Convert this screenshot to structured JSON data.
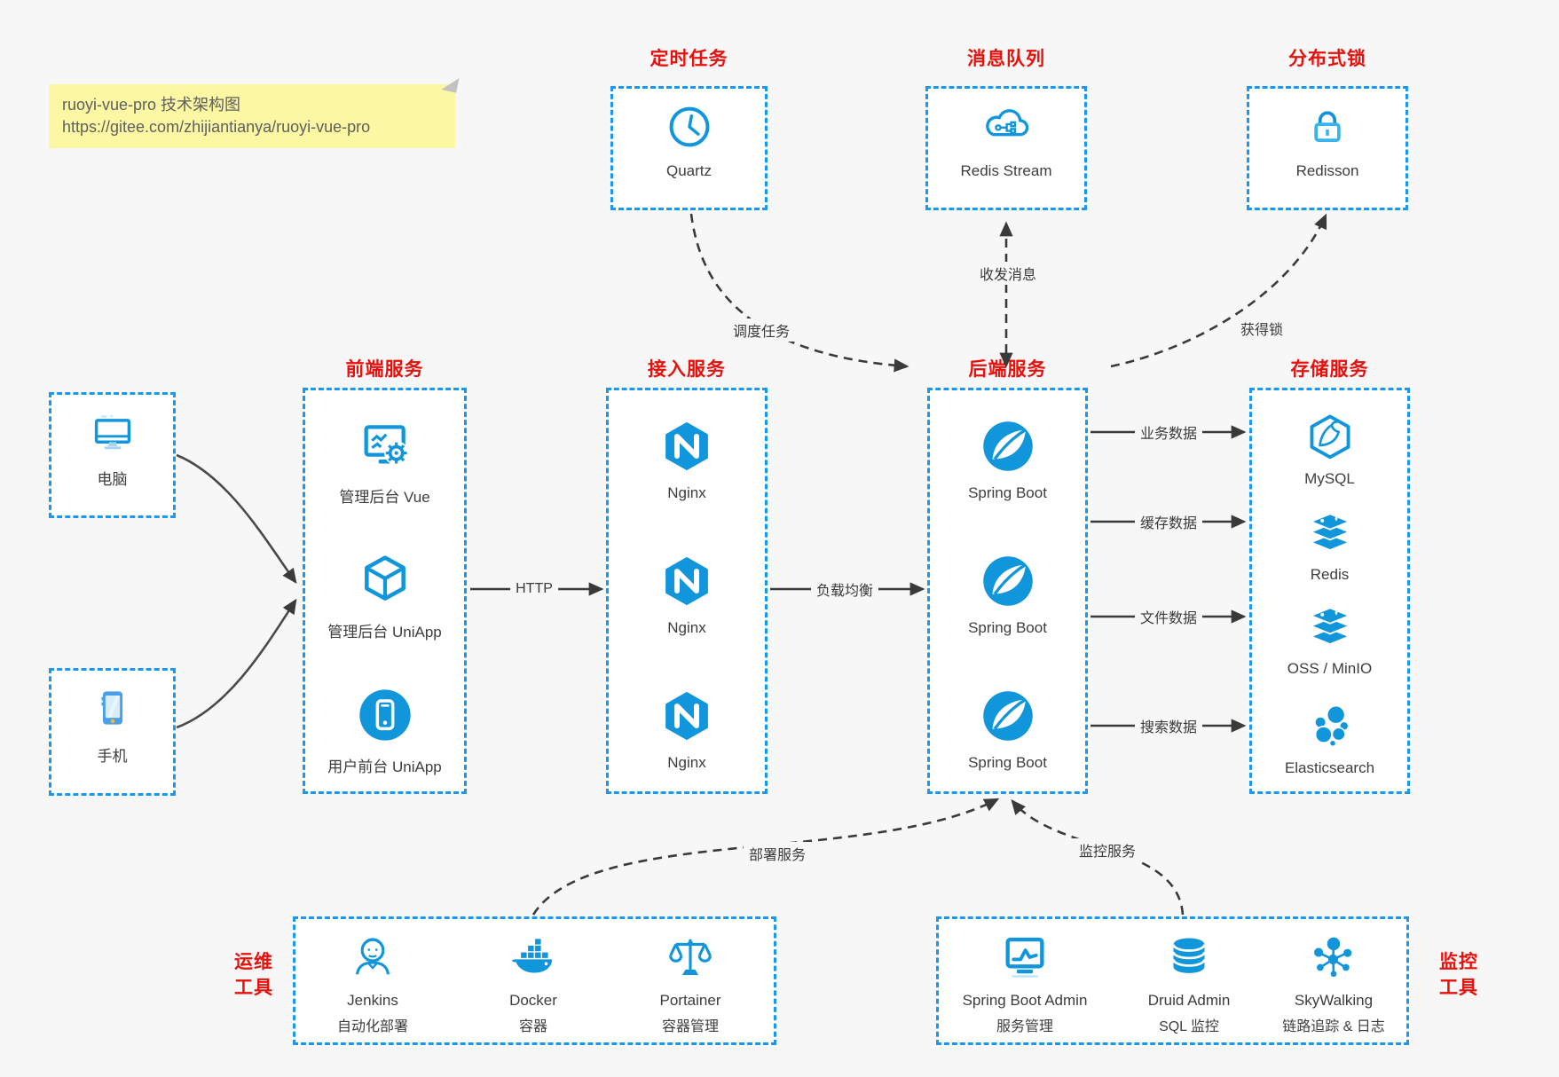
{
  "note": {
    "line1": "ruoyi-vue-pro 技术架构图",
    "line2": "https://gitee.com/zhijiantianya/ruoyi-vue-pro"
  },
  "colors": {
    "accent_blue": "#1296db",
    "border_blue": "#1b97f2",
    "title_red": "#e9100c",
    "arrow_dark": "#3a3a3a",
    "note_yellow": "#fbf7a3",
    "background": "#f7f7f7"
  },
  "groups": {
    "scheduled_job": {
      "title": "定时任务",
      "items": [
        {
          "label": "Quartz",
          "icon": "clock-icon"
        }
      ]
    },
    "message_queue": {
      "title": "消息队列",
      "items": [
        {
          "label": "Redis Stream",
          "icon": "cloud-circuit-icon"
        }
      ]
    },
    "distributed_lock": {
      "title": "分布式锁",
      "items": [
        {
          "label": "Redisson",
          "icon": "lock-icon"
        }
      ]
    },
    "clients": {
      "items": [
        {
          "label": "电脑",
          "icon": "desktop-icon"
        },
        {
          "label": "手机",
          "icon": "smartphone-icon"
        }
      ]
    },
    "frontend": {
      "title": "前端服务",
      "items": [
        {
          "label": "管理后台 Vue",
          "icon": "admin-vue-icon"
        },
        {
          "label": "管理后台 UniApp",
          "icon": "cube-icon"
        },
        {
          "label": "用户前台 UniApp",
          "icon": "mobile-app-icon"
        }
      ]
    },
    "gateway": {
      "title": "接入服务",
      "items": [
        {
          "label": "Nginx",
          "icon": "nginx-icon"
        },
        {
          "label": "Nginx",
          "icon": "nginx-icon"
        },
        {
          "label": "Nginx",
          "icon": "nginx-icon"
        }
      ]
    },
    "backend": {
      "title": "后端服务",
      "items": [
        {
          "label": "Spring Boot",
          "icon": "spring-leaf-icon"
        },
        {
          "label": "Spring Boot",
          "icon": "spring-leaf-icon"
        },
        {
          "label": "Spring Boot",
          "icon": "spring-leaf-icon"
        }
      ]
    },
    "storage": {
      "title": "存储服务",
      "items": [
        {
          "label": "MySQL",
          "icon": "mysql-dolphin-icon"
        },
        {
          "label": "Redis",
          "icon": "redis-stack-icon"
        },
        {
          "label": "OSS / MinIO",
          "icon": "storage-stack-icon"
        },
        {
          "label": "Elasticsearch",
          "icon": "elasticsearch-icon"
        }
      ]
    },
    "ops_tools": {
      "title_line1": "运维",
      "title_line2": "工具",
      "items": [
        {
          "name": "Jenkins",
          "desc": "自动化部署",
          "icon": "jenkins-icon"
        },
        {
          "name": "Docker",
          "desc": "容器",
          "icon": "docker-whale-icon"
        },
        {
          "name": "Portainer",
          "desc": "容器管理",
          "icon": "scales-icon"
        }
      ]
    },
    "monitor_tools": {
      "title_line1": "监控",
      "title_line2": "工具",
      "items": [
        {
          "name": "Spring Boot Admin",
          "desc": "服务管理",
          "icon": "admin-monitor-icon"
        },
        {
          "name": "Druid Admin",
          "desc": "SQL 监控",
          "icon": "database-icon"
        },
        {
          "name": "SkyWalking",
          "desc": "链路追踪 & 日志",
          "icon": "topology-icon"
        }
      ]
    }
  },
  "edges": {
    "http": "HTTP",
    "load_balance": "负载均衡",
    "schedule_job": "调度任务",
    "send_receive_msg": "收发消息",
    "acquire_lock": "获得锁",
    "business_data": "业务数据",
    "cache_data": "缓存数据",
    "file_data": "文件数据",
    "search_data": "搜索数据",
    "deploy_service": "部署服务",
    "monitor_service": "监控服务"
  }
}
